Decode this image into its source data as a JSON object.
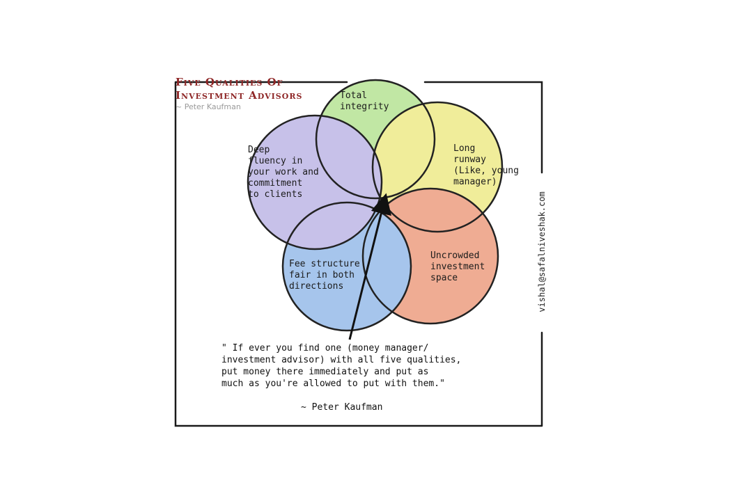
{
  "title": {
    "line1": "Five Qualities Of",
    "line2": "Investment Advisors"
  },
  "author": "~ Peter Kaufman",
  "circles": [
    {
      "id": "integrity",
      "label": "Total\nintegrity",
      "color": "#8fd45a"
    },
    {
      "id": "runway",
      "label": "Long\nrunway\n(Like, young\nmanager)",
      "color": "#e4e04a"
    },
    {
      "id": "uncrowded",
      "label": "Uncrowded\ninvestment\nspace",
      "color": "#e36a3b"
    },
    {
      "id": "fee",
      "label": "Fee structure\nfair in both\ndirections",
      "color": "#5e97dd"
    },
    {
      "id": "fluency",
      "label": "Deep\nfluency in\nyour work and\ncommitment\nto clients",
      "color": "#9b8fd8"
    }
  ],
  "quote": {
    "lines": [
      "\" If ever you find one (money manager/",
      "investment advisor) with all five qualities,",
      "put money there immediately and put as",
      "much as you're allowed to put with them.\""
    ],
    "author": "~ Peter Kaufman"
  },
  "signature": "vishal@safalniveshak.com"
}
